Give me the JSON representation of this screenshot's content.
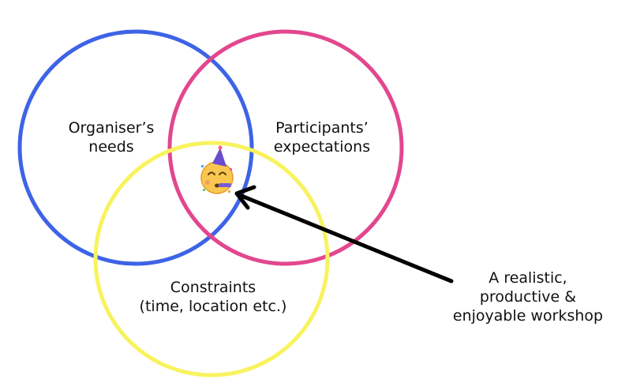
{
  "circles": [
    {
      "name": "organiser",
      "color": "#3d63e6",
      "label_lines": [
        "Organiser’s",
        "needs"
      ]
    },
    {
      "name": "participants",
      "color": "#e2478e",
      "label_lines": [
        "Participants’",
        "expectations"
      ]
    },
    {
      "name": "constraints",
      "color": "#f8f35e",
      "label_lines": [
        "Constraints",
        "(time, location etc.)"
      ]
    }
  ],
  "intersection": {
    "icon": "partying-face-icon",
    "pointer_label_lines": [
      "A realistic,",
      "productive &",
      "enjoyable workshop"
    ]
  },
  "arrow_color": "#000000"
}
